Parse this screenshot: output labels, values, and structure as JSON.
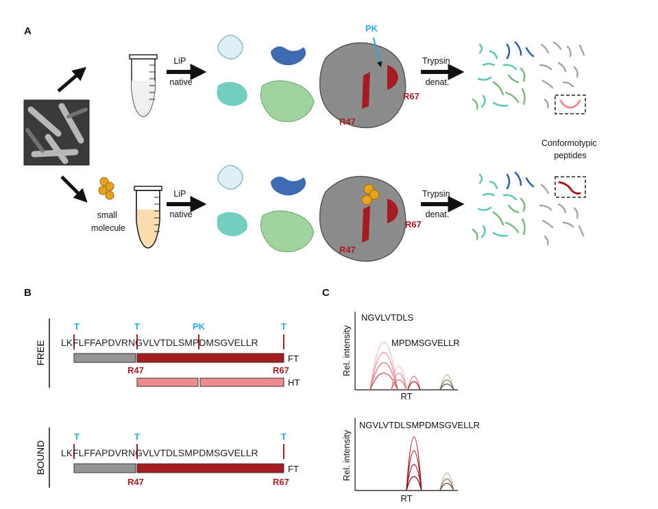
{
  "panels": {
    "a": "A",
    "b": "B",
    "c": "C"
  },
  "panel_a": {
    "lip_native": [
      "LiP",
      "native"
    ],
    "trypsin_denat": [
      "Trypsin",
      "denat."
    ],
    "pk": "PK",
    "r47": "R47",
    "r67": "R67",
    "small_molecule": [
      "small",
      "molecule"
    ],
    "conformotypic": [
      "Conformotypic",
      "peptides"
    ],
    "colors": {
      "accent_red": "#a51c20",
      "pk_blue": "#27a9e1",
      "salmon": "#ee8b8e",
      "teal": "#5cc6b4",
      "navy": "#2a59a8",
      "green": "#7ab87e",
      "grey": "#9e9e9e"
    }
  },
  "panel_b": {
    "free_label": "FREE",
    "bound_label": "BOUND",
    "sequence": "LKFLFFAPDVRNGVLVTDLSMPDMSGVELLR",
    "sites_free": [
      "T",
      "T",
      "PK",
      "T"
    ],
    "sites_bound": [
      "T",
      "T",
      "T"
    ],
    "r47": "R47",
    "r67": "R67",
    "ft": "FT",
    "ht": "HT"
  },
  "panel_c": {
    "chart_data": [
      {
        "type": "line",
        "xlabel": "RT",
        "ylabel": "Rel. intensity",
        "annotations": [
          "NGVLVTDLS",
          "MPDMSGVELLR"
        ]
      },
      {
        "type": "line",
        "xlabel": "RT",
        "ylabel": "Rel. intensity",
        "annotations": [
          "NGVLVTDLSMPDMSGVELLR"
        ]
      }
    ]
  }
}
